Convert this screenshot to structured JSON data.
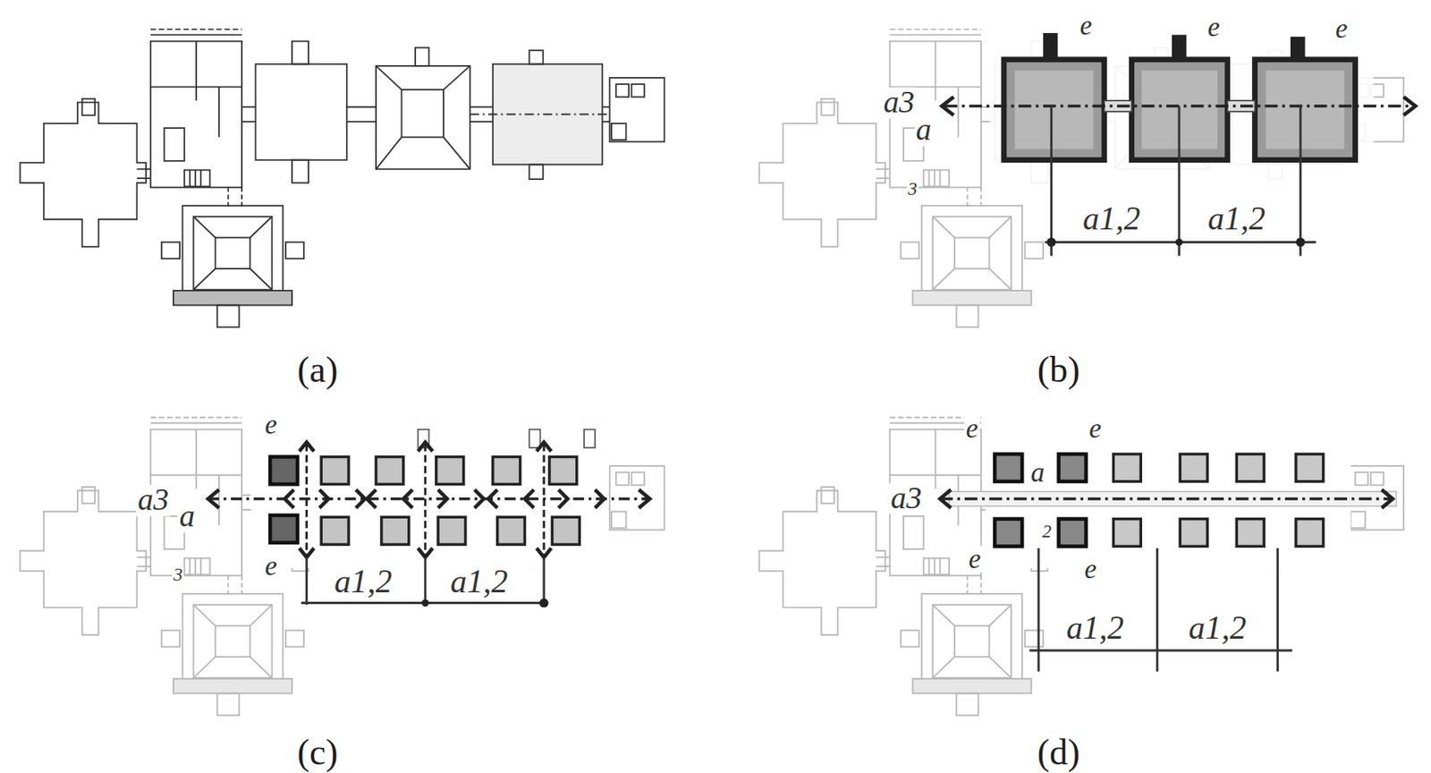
{
  "diagram": {
    "labels": [
      "(a)",
      "e",
      "e",
      "e",
      "a3",
      "a",
      "3",
      "a1,2",
      "a1,2",
      "(b)",
      "e",
      "a3",
      "a",
      "3",
      "e",
      "a1,2",
      "a1,2",
      "(c)",
      "e",
      "e",
      "a3",
      "a",
      "2",
      "e",
      "e",
      "a1,2",
      "a1,2",
      "(d)"
    ]
  }
}
